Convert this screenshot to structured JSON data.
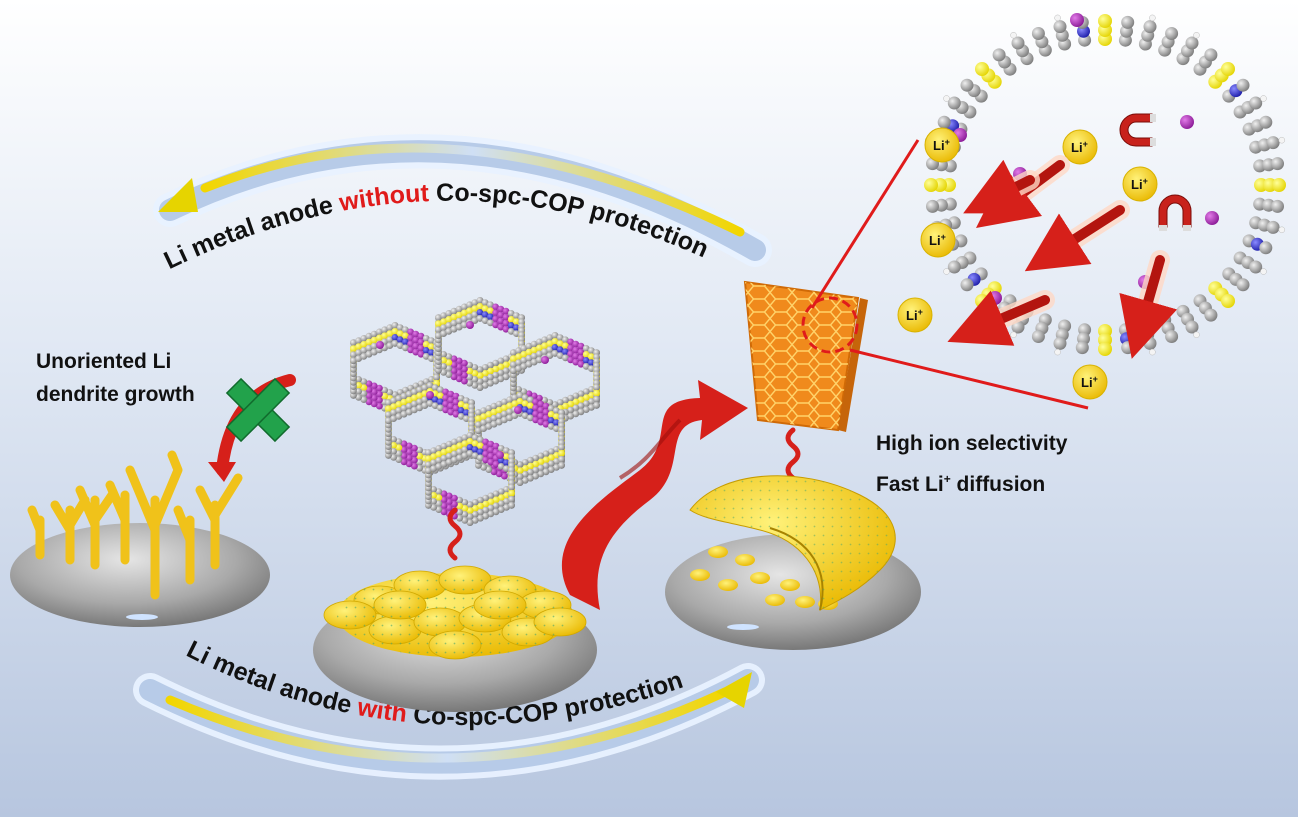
{
  "labels": {
    "top_arc": {
      "prefix": "Li metal anode ",
      "emph": "without",
      "suffix": " Co-spc-COP protection"
    },
    "bottom_arc": {
      "prefix": "Li metal anode ",
      "emph": "with",
      "suffix": " Co-spc-COP protection"
    },
    "unoriented_line1": "Unoriented Li",
    "unoriented_line2": "dendrite growth",
    "high_ion": "High ion selectivity",
    "fast_diff_prefix": "Fast Li",
    "fast_diff_sup": "+",
    "fast_diff_suffix": " diffusion",
    "li_ion": "Li",
    "li_ion_sup": "+"
  },
  "colors": {
    "emphasis": "#e01b1b",
    "arrow_red": "#d6201a",
    "gold": "#f2c811",
    "disc_gray": "#8c8c8c",
    "cross_green": "#22a24b",
    "film_orange": "#f08a1c"
  },
  "icons": [
    "cross-mark-icon",
    "magnet-icon",
    "curved-arrow-icon",
    "wavy-arrow-icon"
  ]
}
